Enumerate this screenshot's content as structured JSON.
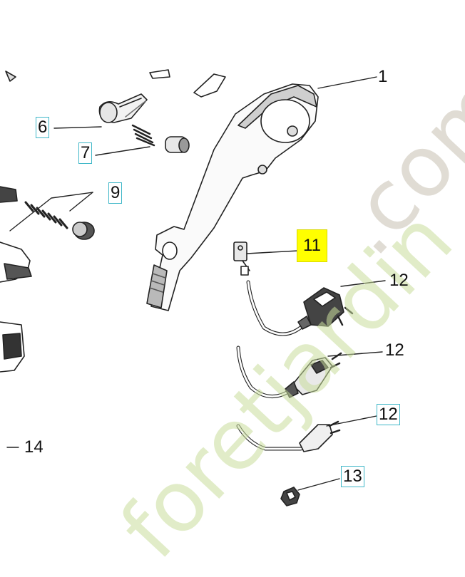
{
  "callouts": [
    {
      "id": "c1",
      "label": "1"
    },
    {
      "id": "c6",
      "label": "6"
    },
    {
      "id": "c7",
      "label": "7"
    },
    {
      "id": "c9",
      "label": "9"
    },
    {
      "id": "c11",
      "label": "11"
    },
    {
      "id": "c12a",
      "label": "12"
    },
    {
      "id": "c12b",
      "label": "12"
    },
    {
      "id": "c12c",
      "label": "12"
    },
    {
      "id": "c13",
      "label": "13"
    },
    {
      "id": "c14",
      "label": "14"
    }
  ],
  "watermark": {
    "part1": "foretjardin",
    "part2": ".com"
  },
  "colors": {
    "highlight": "#ffff00",
    "box_border": "#3fb7c8",
    "line": "#222222",
    "watermark_green": "#c9de9c",
    "watermark_grey": "#c7c0b2"
  }
}
